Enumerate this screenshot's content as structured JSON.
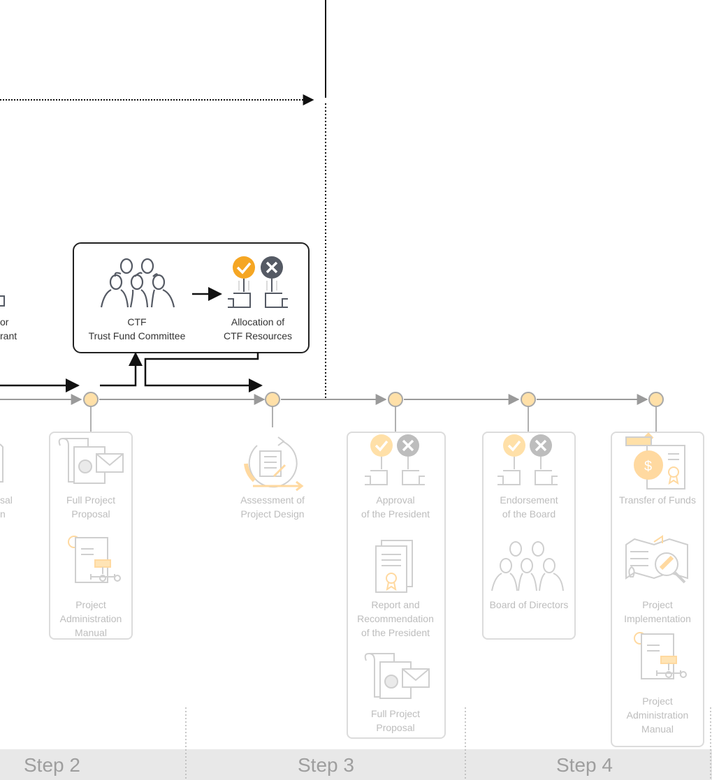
{
  "ctf_box": {
    "committee": [
      "CTF",
      "Trust Fund Committee"
    ],
    "allocation": [
      "Allocation of",
      "CTF Resources"
    ]
  },
  "partial_left": {
    "top_label": [
      "or",
      "rant"
    ],
    "bottom_label": [
      "sal",
      "n"
    ]
  },
  "stages": {
    "col1": {
      "items": [
        {
          "label": [
            "Full Project",
            "Proposal"
          ],
          "icon": "document-envelope-icon"
        },
        {
          "label": [
            "Project",
            "Administration",
            "Manual"
          ],
          "icon": "manual-flowchart-icon"
        }
      ]
    },
    "col2": {
      "items": [
        {
          "label": [
            "Assessment of",
            "Project Design"
          ],
          "icon": "assessment-checklist-icon"
        }
      ]
    },
    "col3": {
      "items": [
        {
          "label": [
            "Approval",
            "of the President"
          ],
          "icon": "approve-reject-icon"
        },
        {
          "label": [
            "Report and",
            "Recommendation",
            "of the President"
          ],
          "icon": "report-certificate-icon"
        },
        {
          "label": [
            "Full Project",
            "Proposal"
          ],
          "icon": "document-envelope-icon"
        }
      ]
    },
    "col4": {
      "items": [
        {
          "label": [
            "Endorsement",
            "of the Board"
          ],
          "icon": "approve-reject-icon"
        },
        {
          "label": [
            "Board of Directors"
          ],
          "icon": "board-people-icon"
        }
      ]
    },
    "col5": {
      "items": [
        {
          "label": [
            "Transfer of Funds"
          ],
          "icon": "money-bag-icon"
        },
        {
          "label": [
            "Project",
            "Implementation"
          ],
          "icon": "map-magnifier-icon"
        },
        {
          "label": [
            "Project",
            "Administration",
            "Manual"
          ],
          "icon": "manual-flowchart-icon"
        }
      ]
    }
  },
  "steps": [
    "Step 2",
    "Step 3",
    "Step 4"
  ],
  "colors": {
    "node_fill": "#ffe0a8",
    "node_stroke": "#a8a8a8",
    "accent": "#f5a623",
    "reject": "#555a64",
    "faded": "#c8c8c8"
  }
}
